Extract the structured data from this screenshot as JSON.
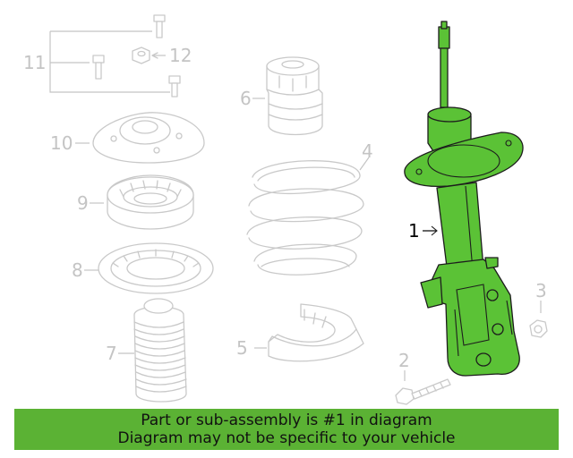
{
  "callouts": [
    {
      "label": "1",
      "highlighted": true
    },
    {
      "label": "2",
      "highlighted": false
    },
    {
      "label": "3",
      "highlighted": false
    },
    {
      "label": "4",
      "highlighted": false
    },
    {
      "label": "5",
      "highlighted": false
    },
    {
      "label": "6",
      "highlighted": false
    },
    {
      "label": "7",
      "highlighted": false
    },
    {
      "label": "8",
      "highlighted": false
    },
    {
      "label": "9",
      "highlighted": false
    },
    {
      "label": "10",
      "highlighted": false
    },
    {
      "label": "11",
      "highlighted": false
    },
    {
      "label": "12",
      "highlighted": false
    }
  ],
  "banner": {
    "line1": "Part or sub-assembly is #1 in diagram",
    "line2": "Diagram may not be specific to your vehicle"
  },
  "colors": {
    "highlight": "#5bc236",
    "banner_bg": "#5bb234",
    "ghost": "#c9c9c9"
  }
}
